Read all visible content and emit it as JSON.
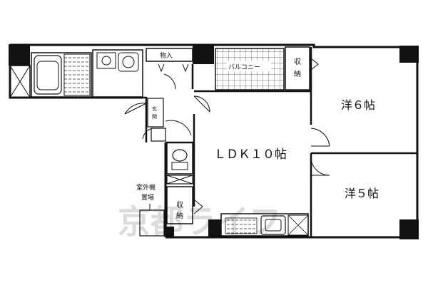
{
  "rooms": {
    "ldk": "ＬＤＫ１０帖",
    "western6": "洋６帖",
    "western5": "洋５帖",
    "balcony": "バルコニー",
    "storage_top": "物入",
    "closet_right": "収納",
    "closet_mid": "収納",
    "entrance": "玄関",
    "ac_area_line1": "室外機",
    "ac_area_line2": "置場"
  },
  "watermark": "京都ライフ",
  "colors": {
    "wall": "#111111",
    "watermark": "#dcdcdc"
  }
}
